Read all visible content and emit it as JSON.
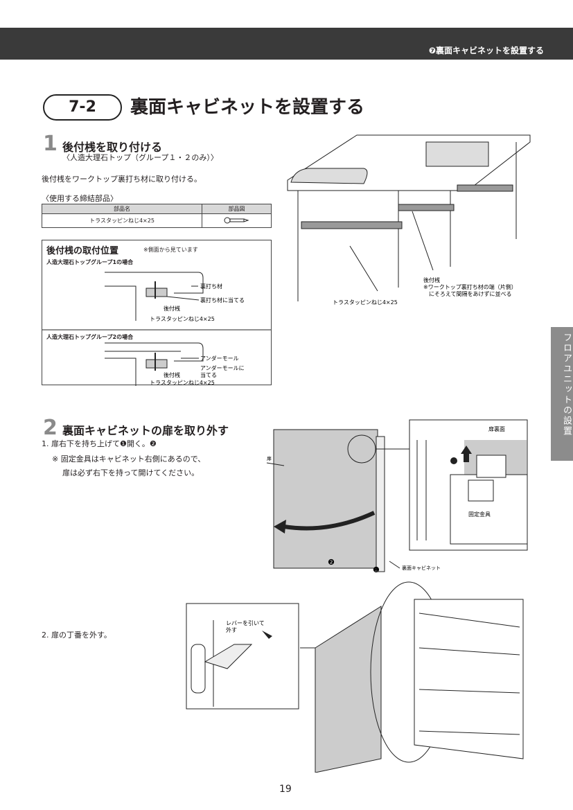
{
  "header": {
    "section": "❼裏面キャビネットを設置する"
  },
  "title": {
    "number": "7-2",
    "text": "裏面キャビネットを設置する"
  },
  "step1": {
    "num": "1",
    "heading": "後付桟を取り付ける",
    "sub": "〈人造大理石トップ（グループ１・２のみ）〉",
    "desc": "後付桟をワークトップ裏打ち材に取り付ける。",
    "parts_label": "〈使用する締結部品〉",
    "table": {
      "headers": [
        "部品名",
        "部品図"
      ],
      "rows": [
        [
          "トラスタッピンねじ4×25"
        ]
      ]
    },
    "box": {
      "title": "後付桟の取付位置",
      "note": "※側面から見ています",
      "g1": "人造大理石トップグループ1の場合",
      "g1_labels": [
        "裏打ち材",
        "裏打ち材に当てる",
        "後付桟",
        "トラスタッピンねじ4×25"
      ],
      "g2": "人造大理石トップグループ2の場合",
      "g2_labels": [
        "アンダーモール",
        "アンダーモールに",
        "当てる",
        "後付桟",
        "トラスタッピンねじ4×25"
      ]
    },
    "fig": {
      "screw": "トラスタッピンねじ4×25",
      "rail": "後付桟",
      "rail_note1": "※ワークトップ裏打ち材の端（片側）",
      "rail_note2": "にそろえて間隔をあけずに並べる"
    }
  },
  "step2": {
    "num": "2",
    "heading": "裏面キャビネットの扉を取り外す",
    "item1": "1. 扉右下を持ち上げて❶開く。❷",
    "note1": "※ 固定金具はキャビネット右側にあるので、",
    "note2": "扉は必ず右下を持って開けてください。",
    "fig": {
      "door": "扉",
      "cabinet": "裏面キャビネット",
      "door_back": "扉裏面",
      "bracket": "固定金具",
      "m1": "❶",
      "m2": "❷"
    },
    "item2": "2. 扉の丁番を外す。",
    "lever1": "レバーを引いて",
    "lever2": "外す"
  },
  "side_tab": "フロアユニットの設置",
  "page": "19"
}
